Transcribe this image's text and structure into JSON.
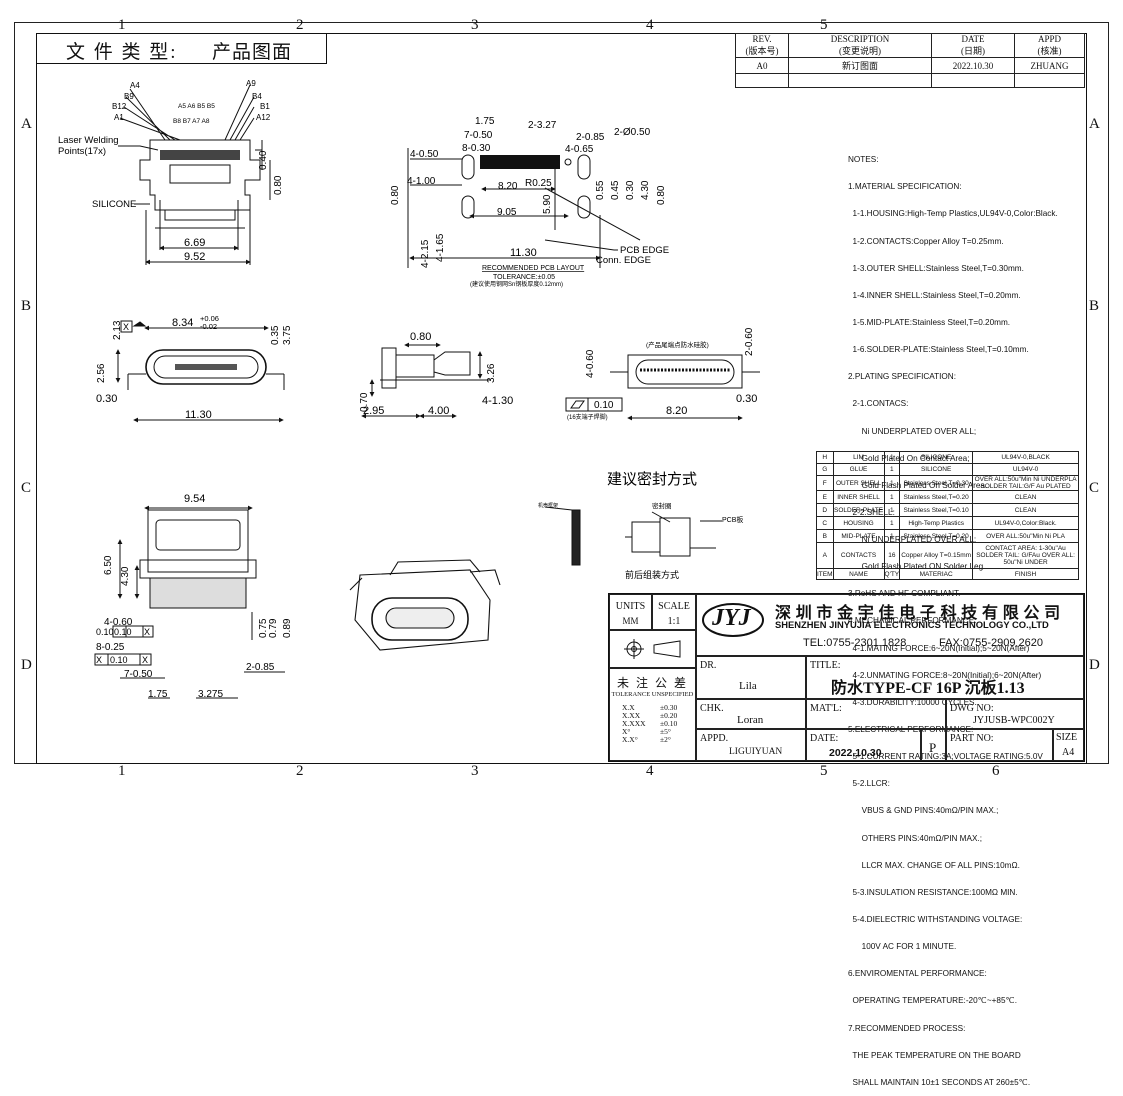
{
  "header_type": {
    "label": "文 件 类 型:",
    "value": "产品图面"
  },
  "zones": {
    "cols": [
      "1",
      "2",
      "3",
      "4",
      "5",
      "6"
    ],
    "rows": [
      "A",
      "B",
      "C",
      "D"
    ]
  },
  "revision": {
    "headers": [
      [
        "REV.",
        "(版本号)"
      ],
      [
        "DESCRIPTION",
        "(变更说明)"
      ],
      [
        "DATE",
        "(日期)"
      ],
      [
        "APPD",
        "(核准)"
      ]
    ],
    "row": [
      "A0",
      "新订图面",
      "2022.10.30",
      "ZHUANG"
    ]
  },
  "top_view": {
    "pins_left": [
      "A4",
      "B9",
      "B12",
      "A1"
    ],
    "pins_mid": [
      "A5 A6 B5 B5",
      "B8 B7 A7 A8"
    ],
    "pins_right": [
      "A9",
      "B4",
      "B1",
      "A12"
    ],
    "laser_label": "Laser Welding",
    "points_label": "Points(17x)",
    "silicone": "SILICONE",
    "dims": [
      "0.40",
      "0.80",
      "6.69",
      "9.52"
    ]
  },
  "pcb_layout": {
    "dims_top": [
      "1.75",
      "2-3.27",
      "7-0.50",
      "2-0.85",
      "2-Ø0.50",
      "8-0.30",
      "4-0.65",
      "4-0.50",
      "R0.25",
      "4-1.00",
      "8.20",
      "9.05",
      "5.90",
      "0.55",
      "0.45",
      "0.30",
      "4.30",
      "0.80",
      "0.80",
      "4-2.15",
      "4-1.65",
      "11.30"
    ],
    "pcb_edge": "PCB EDGE",
    "conn_edge": "Conn. EDGE",
    "title": "RECOMMENDED PCB LAYOUT",
    "tolerance": "TOLERANCE:±0.05",
    "note": "(建议使用钢网Sn钢板厚度0.12mm)"
  },
  "front_view": {
    "dims": [
      "8.34",
      "+0.06",
      "-0.02",
      "2.13",
      "X",
      "0.35",
      "3.75",
      "2.56",
      "0.30",
      "11.30"
    ]
  },
  "side_view": {
    "dims": [
      "0.80",
      "3.26",
      "0.70",
      "2.95",
      "4.00",
      "4-1.30"
    ]
  },
  "rear_view": {
    "note": "(产品尾端点防水硅胶)",
    "dims": [
      "4-0.60",
      "2-0.60",
      "0.10",
      "8.20",
      "0.30"
    ],
    "note2": "(16支端子焊脚)"
  },
  "seal": {
    "title": "建议密封方式",
    "back": "前后组装方式",
    "l1": "机壳框架",
    "l2": "密封圈",
    "l3": "PCB板"
  },
  "bottom_view": {
    "dims": [
      "9.54",
      "6.50",
      "4.30",
      "4-0.60",
      "0.10",
      "X",
      "8-0.25",
      "0.10",
      "X",
      "0.10",
      "X",
      "7-0.50",
      "2-0.85",
      "1.75",
      "3.275",
      "0.75",
      "0.79",
      "0.89"
    ]
  },
  "notes": [
    "NOTES:",
    "1.MATERIAL SPECIFICATION:",
    "  1-1.HOUSING:High-Temp Plastics,UL94V-0,Color:Black.",
    "  1-2.CONTACTS:Copper Alloy T=0.25mm.",
    "  1-3.OUTER SHELL:Stainless Steel,T=0.30mm.",
    "  1-4.INNER SHELL:Stainless Steel,T=0.20mm.",
    "  1-5.MID-PLATE:Stainless Steel,T=0.20mm.",
    "  1-6.SOLDER-PLATE:Stainless Steel,T=0.10mm.",
    "2.PLATING SPECIFICATION:",
    "  2-1.CONTACS:",
    "      Ni UNDERPLATED OVER ALL;",
    "      Gold Plated On Contact Area;",
    "      Gold Flash Plated On Solder Area.",
    "  2-2.SHELL:",
    "      Ni UNDERPLATED OVER ALL;",
    "      Gold Flash Plated ON Solder Leg.",
    "3.RoHS AND HF COMPLIANT.",
    "4.MECHANICAL PERFORMANCE:",
    "  4-1.MATING FORCE:6~20N(Initial);5~20N(After)",
    "  4-2.UNMATING FORCE:8~20N(Initial);6~20N(After)",
    "  4-3.DURABILITY:10000 CYCLES.",
    "5.ELECTRICAL PERFORMANCE:",
    "  5-1.CURRENT RATING:3A;VOLTAGE RATING:5.0V",
    "  5-2.LLCR:",
    "      VBUS & GND PINS:40mΩ/PIN MAX.;",
    "      OTHERS PINS:40mΩ/PIN MAX.;",
    "      LLCR MAX. CHANGE OF ALL PINS:10mΩ.",
    "  5-3.INSULATION RESISTANCE:100MΩ MIN.",
    "  5-4.DIELECTRIC WITHSTANDING VOLTAGE:",
    "      100V AC FOR 1 MINUTE.",
    "6.ENVIROMENTAL PERFORMANCE:",
    "  OPERATING TEMPERATURE:-20℃~+85℃.",
    "7.RECOMMENDED PROCESS:",
    "  THE PEAK TEMPERATURE ON THE BOARD",
    "  SHALL MAINTAIN 10±1 SECONDS AT 260±5℃."
  ],
  "bom": {
    "rows": [
      [
        "H",
        "LIM",
        "1",
        "SILICONE",
        "UL94V-0,BLACK"
      ],
      [
        "G",
        "GLUE",
        "1",
        "SILICONE",
        "UL94V-0"
      ],
      [
        "F",
        "OUTER SHELL",
        "1",
        "Stainless Steel,T=0.30",
        "OVER ALL:50u\"Min Ni UNDERPLA SOLDER TAIL:G/F Au PLATED"
      ],
      [
        "E",
        "INNER SHELL",
        "1",
        "Stainless Steel,T=0.20",
        "CLEAN"
      ],
      [
        "D",
        "SOLDER-PLATE",
        "1",
        "Stainless Steel,T=0.10",
        "CLEAN"
      ],
      [
        "C",
        "HOUSING",
        "1",
        "High-Temp Plastics",
        "UL94V-0,Color:Black."
      ],
      [
        "B",
        "MID-PLATE",
        "1",
        "Stainless Steel,T=0.20",
        "OVER ALL:50u\"Min Ni PLA"
      ],
      [
        "A",
        "CONTACTS",
        "16",
        "Copper Alloy T=0.15mm",
        "CONTACT AREA: 1-30u\"Au SOLDER TAIL: G/FAu OVER ALL: 50u\"Ni UNDER"
      ]
    ],
    "header": [
      "ITEM",
      "NAME",
      "Q'TY",
      "MATERIAC",
      "FINISH"
    ]
  },
  "title_block": {
    "units_label": "UNITS",
    "units_value": "MM",
    "scale_label": "SCALE",
    "scale_value": "1:1",
    "logo": "JYJ",
    "company_cn": "深圳市金宇佳电子科技有限公司",
    "company_en": "SHENZHEN JINYUJIA ELECTRONICS TECHNOLOGY CO.,LTD",
    "tel": "TEL:0755-2301 1828",
    "fax": "FAX:0755-2909 2620",
    "tol_cn": "未 注 公 差",
    "tol_en": "TOLERANCE UNSPECIFIED",
    "tol_rows": [
      [
        "X.X",
        "±0.30"
      ],
      [
        "X.XX",
        "±0.20"
      ],
      [
        "X.XXX",
        "±0.10"
      ],
      [
        "X°",
        "±5°"
      ],
      [
        "X.X°",
        "±2°"
      ]
    ],
    "dr_label": "DR.",
    "dr_value": "Lila",
    "chk_label": "CHK.",
    "chk_value": "Loran",
    "appd_label": "APPD.",
    "appd_value": "LIGUIYUAN",
    "title_label": "TITLE:",
    "title_value": "防水TYPE-CF 16P 沉板1.13",
    "matl_label": "MAT'L:",
    "dwg_label": "DWG NO:",
    "dwg_value": "JYJUSB-WPC002Y",
    "date_label": "DATE:",
    "date_value": "2022.10.30",
    "p_label": "P",
    "part_label": "PART NO:",
    "size_label": "SIZE",
    "size_value": "A4"
  }
}
